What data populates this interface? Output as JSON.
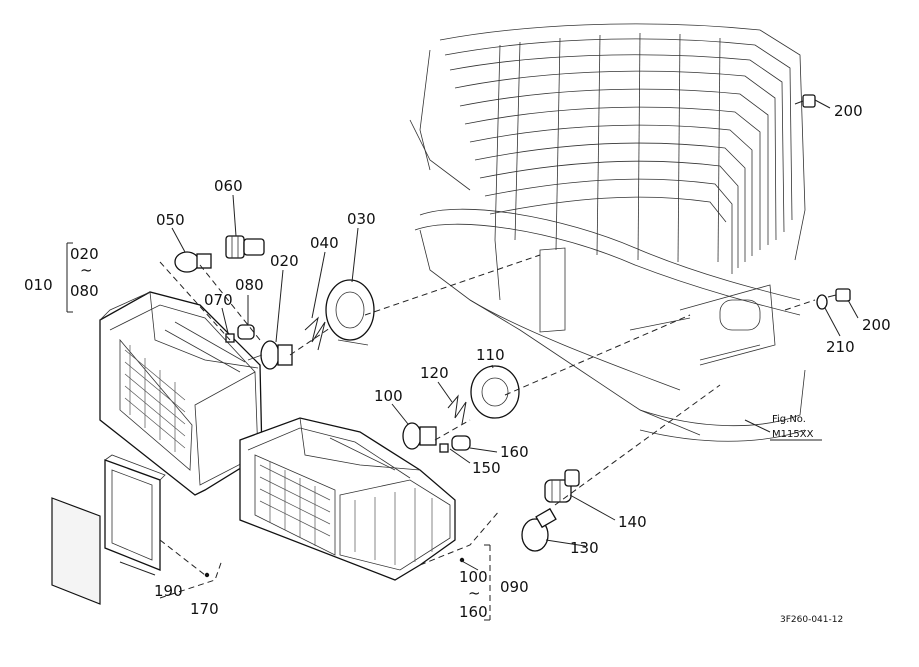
{
  "labels": {
    "l010": "010",
    "l020a": "020",
    "l080a": "080",
    "tilde": "~",
    "l050": "050",
    "l060": "060",
    "l070": "070",
    "l080": "080",
    "l020": "020",
    "l040": "040",
    "l030": "030",
    "l110": "110",
    "l120": "120",
    "l100": "100",
    "l160": "160",
    "l150": "150",
    "l140": "140",
    "l130": "130",
    "l090": "090",
    "l100b": "100",
    "l160b": "160",
    "l190": "190",
    "l170": "170",
    "l200a": "200",
    "l200b": "200",
    "l210": "210"
  },
  "figref": {
    "fig": "Fig.No.",
    "num": "M115XX"
  },
  "code": "3F260-041-12"
}
